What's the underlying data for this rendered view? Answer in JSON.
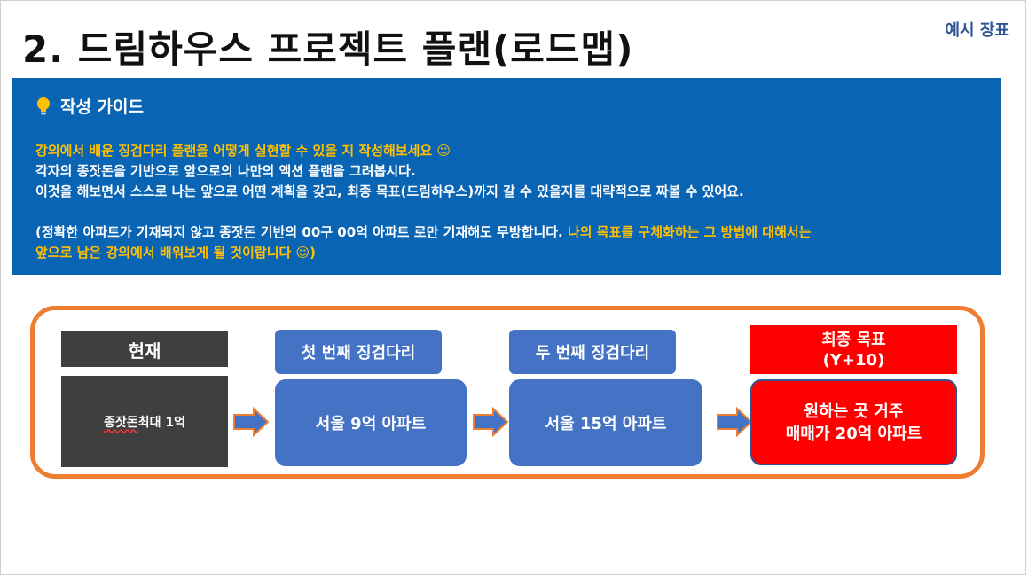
{
  "tag": "예시 장표",
  "title": "2. 드림하우스 프로젝트 플랜(로드맵)",
  "guide": {
    "heading": "작성 가이드",
    "line1": "강의에서 배운 징검다리 플랜을 어떻게 실현할 수 있을 지 작성해보세요 ☺",
    "line2": "각자의 종잣돈을 기반으로 앞으로의 나만의 액션 플랜을 그려봅시다.",
    "line3": "이것을 해보면서 스스로 나는 앞으로 어떤 계획을 갖고, 최종 목표(드림하우스)까지 갈 수 있을지를 대략적으로 짜볼 수 있어요.",
    "line4_white": "(정확한 아파트가 기재되지 않고 종잣돈 기반의 00구 00억 아파트 로만 기재해도 무방합니다. ",
    "line4_yellow": "나의 목표를 구체화하는 그 방법에 대해서는",
    "line5": "앞으로 남은 강의에서 배워보게 될 것이랍니다 ☺)"
  },
  "roadmap": {
    "current_label": "현재",
    "current_value_underlined": "종잣돈",
    "current_value_rest": " 최대 1억",
    "step1_label": "첫 번째 징검다리",
    "step1_value": "서울 9억 아파트",
    "step2_label": "두 번째 징검다리",
    "step2_value": "서울 15억 아파트",
    "final_label_line1": "최종 목표",
    "final_label_line2": "(Y+10)",
    "final_value_line1": "원하는 곳 거주",
    "final_value_line2": "매매가 20억 아파트"
  },
  "colors": {
    "guide_bg": "#0a64b4",
    "highlight": "#ffc000",
    "border_orange": "#ed7d31",
    "step_blue": "#4472c4",
    "current_dark": "#3f3f3f",
    "goal_red": "#ff0000"
  }
}
